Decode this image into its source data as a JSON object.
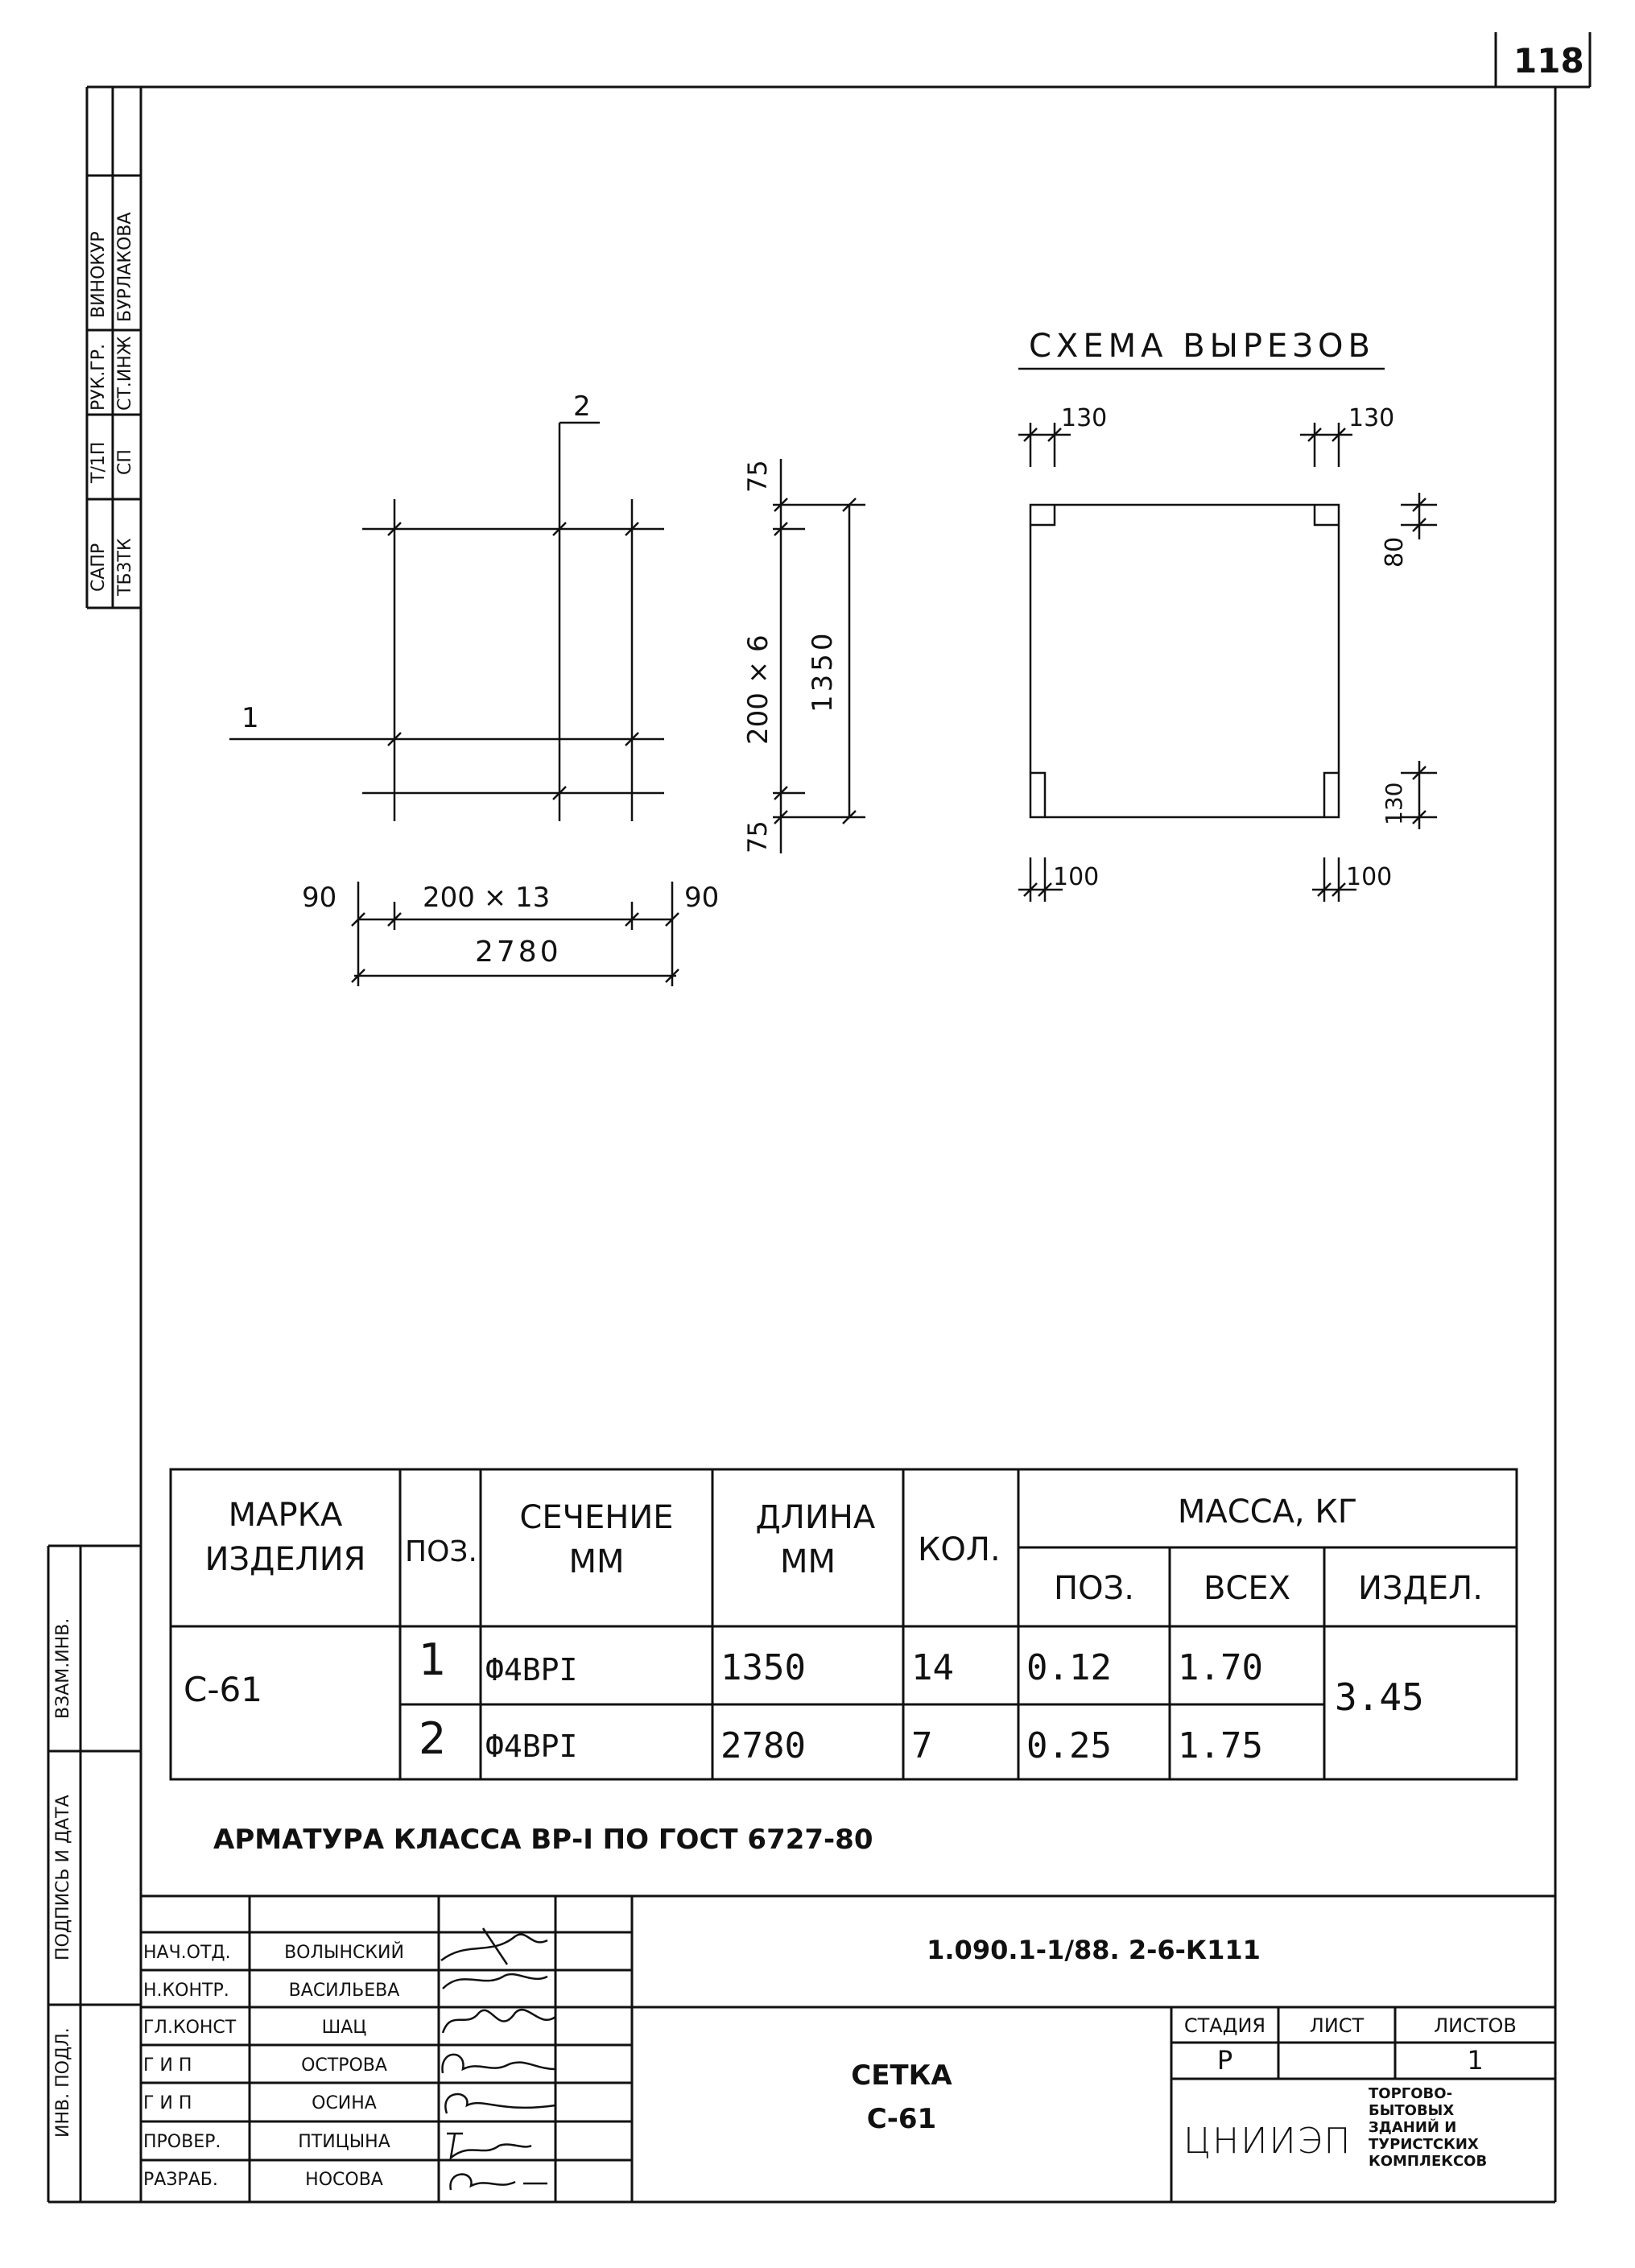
{
  "sheet_number": "118",
  "left_stamp": {
    "top_col1": [
      "ВИНОКУР",
      "РУК.ГР.",
      "Т/1П",
      "САПР"
    ],
    "top_col2": [
      "БУРЛАКОВА",
      "СТ.ИНЖ",
      "СП",
      "ТБ3ТК"
    ],
    "bottom": [
      "ВЗАМ.ИНВ.",
      "ПОДПИСЬ И ДАТА",
      "ИНВ. ПОДЛ."
    ]
  },
  "drawing": {
    "mesh": {
      "pos1_label": "1",
      "pos2_label": "2",
      "dim_90_left": "90",
      "dim_step": "200 × 13",
      "dim_90_right": "90",
      "dim_total": "2780",
      "dim_75_top": "75",
      "dim_200x6": "200 × 6",
      "dim_1350": "1350",
      "dim_75_bottom": "75"
    },
    "cutouts": {
      "title": "СХЕМА ВЫРЕЗОВ",
      "dim_130_left": "130",
      "dim_130_right": "130",
      "dim_80": "80",
      "dim_130_vert": "130",
      "dim_100_left": "100",
      "dim_100_right": "100"
    }
  },
  "spec_table": {
    "headers": {
      "mark": "МАРКА ИЗДЕЛИЯ",
      "pos": "ПОЗ.",
      "section": "СЕЧЕНИЕ ММ",
      "length": "ДЛИНА ММ",
      "qty": "КОЛ.",
      "mass": "МАССА, КГ",
      "mass_pos": "ПОЗ.",
      "mass_all": "ВСЕХ",
      "mass_item": "ИЗДЕЛ."
    },
    "mark": "С-61",
    "rows": [
      {
        "pos": "1",
        "section": "Ф4ВРI",
        "length": "1350",
        "qty": "14",
        "mass_pos": "0.12",
        "mass_all": "1.70"
      },
      {
        "pos": "2",
        "section": "Ф4ВРI",
        "length": "2780",
        "qty": "7",
        "mass_pos": "0.25",
        "mass_all": "1.75"
      }
    ],
    "item_mass": "3.45"
  },
  "note": "АРМАТУРА КЛАССА ВР-I ПО ГОСТ 6727-80",
  "title_block": {
    "doc_code": "1.090.1-1/88. 2-6-К111",
    "roles": [
      {
        "role": "НАЧ.ОТД.",
        "name": "ВОЛЫНСКИЙ"
      },
      {
        "role": "Н.КОНТР.",
        "name": "ВАСИЛЬЕВА"
      },
      {
        "role": "ГЛ.КОНСТ",
        "name": "ШАЦ"
      },
      {
        "role": "Г И П",
        "name": "ОСТРОВА"
      },
      {
        "role": "Г И П",
        "name": "ОСИНА"
      },
      {
        "role": "ПРОВЕР.",
        "name": "ПТИЦЫНА"
      },
      {
        "role": "РАЗРАБ.",
        "name": "НОСОВА"
      }
    ],
    "product_name": "СЕТКА",
    "product_mark": "С-61",
    "stage_label": "СТАДИЯ",
    "sheet_label": "ЛИСТ",
    "sheets_label": "ЛИСТОВ",
    "stage": "Р",
    "sheet": "",
    "sheets": "1",
    "org": "ЦНИИЭП",
    "org_desc": [
      "ТОРГОВО-",
      "БЫТОВЫХ",
      "ЗДАНИЙ И",
      "ТУРИСТСКИХ",
      "КОМПЛЕКСОВ"
    ]
  }
}
